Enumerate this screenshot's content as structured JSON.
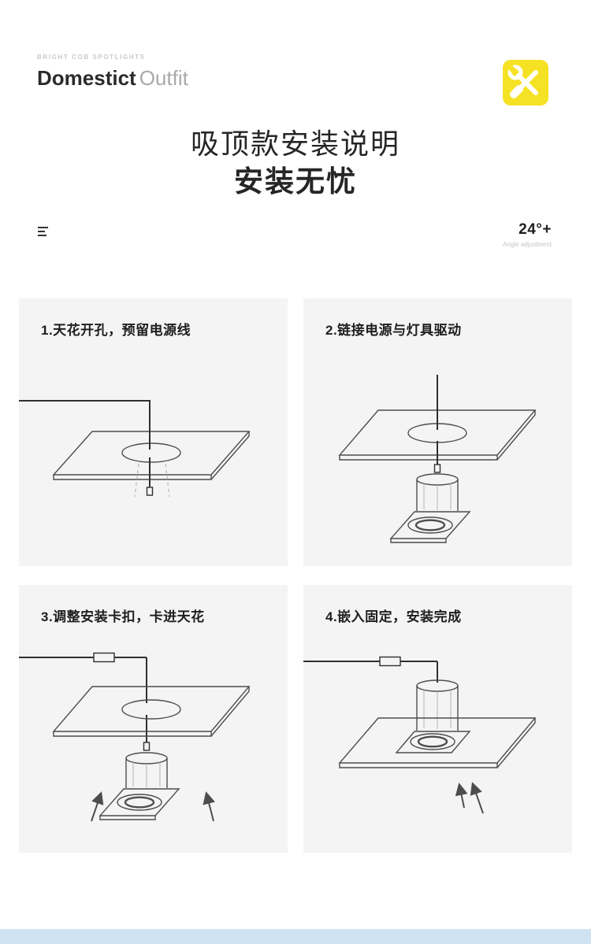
{
  "page": {
    "accent_yellow": "#f6e224",
    "panel_gray": "#f4f4f5",
    "footer_blue": "#cfe3f2"
  },
  "header": {
    "tagline": "BRIGHT COB SPOTLIGHTS",
    "brand_primary": "Domestict",
    "brand_secondary": "Outfit",
    "icon": "tools-icon"
  },
  "title": {
    "line1": "吸顶款安装说明",
    "line2": "安装无忧"
  },
  "meta": {
    "icon": "list-icon",
    "angle_value": "24°+",
    "angle_label": "Angle adjustment"
  },
  "steps": [
    {
      "id": 1,
      "label": "1.天花开孔，预留电源线"
    },
    {
      "id": 2,
      "label": "2.链接电源与灯具驱动"
    },
    {
      "id": 3,
      "label": "3.调整安装卡扣，卡进天花"
    },
    {
      "id": 4,
      "label": "4.嵌入固定，安装完成"
    }
  ]
}
